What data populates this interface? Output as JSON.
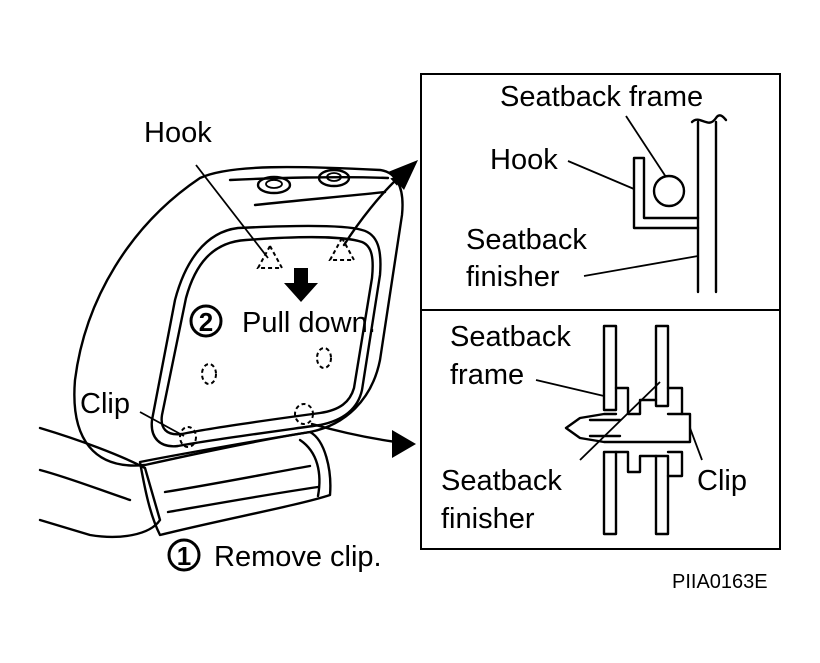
{
  "labels": {
    "hook": "Hook",
    "pull_down": "Pull down.",
    "clip": "Clip",
    "remove_clip": "Remove clip."
  },
  "steps": {
    "one": "1",
    "two": "2"
  },
  "detail_top": {
    "seatback_frame": "Seatback frame",
    "hook": "Hook",
    "seatback_finisher_line1": "Seatback",
    "seatback_finisher_line2": "finisher"
  },
  "detail_bottom": {
    "seatback_frame_line1": "Seatback",
    "seatback_frame_line2": "frame",
    "seatback_finisher_line1": "Seatback",
    "seatback_finisher_line2": "finisher",
    "clip": "Clip"
  },
  "figure_code": "PIIA0163E"
}
